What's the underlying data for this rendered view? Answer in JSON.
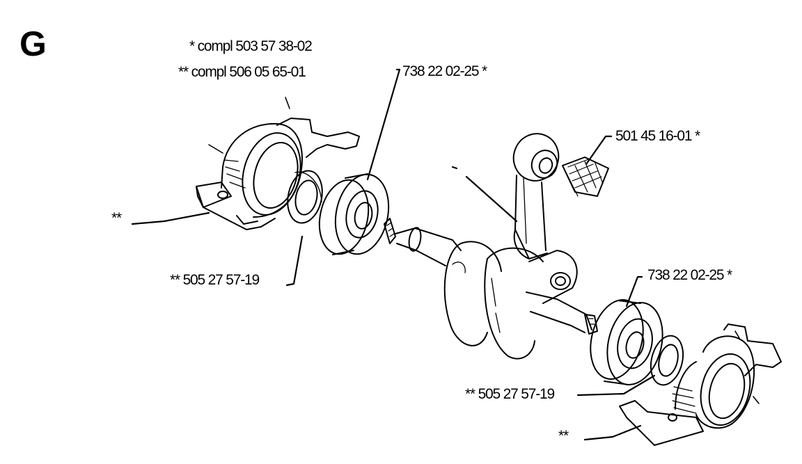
{
  "section": "G",
  "labels": {
    "compl1": "* compl 503 57 38-02",
    "compl2": "** compl 506 05 65-01",
    "bearing_top": "738 22 02-25 *",
    "needle_bearing": "501 45 16-01 *",
    "seal_left": "** 505 27 57-19",
    "bearing_right": "738 22 02-25 *",
    "seal_right": "** 505 27 57-19",
    "star_left": "**",
    "star_bottom": "**"
  }
}
